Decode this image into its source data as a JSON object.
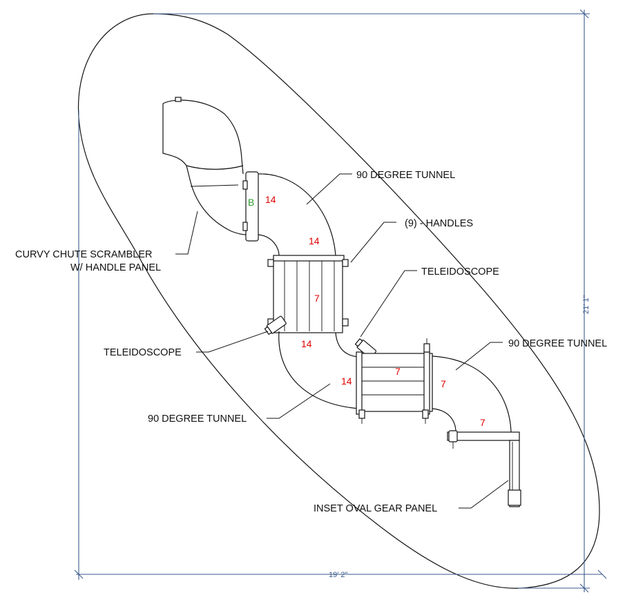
{
  "labels": {
    "tunnel_top": "90 DEGREE TUNNEL",
    "handles": "(9) - HANDLES",
    "teleidoscope_right": "TELEIDOSCOPE",
    "tunnel_right": "90 DEGREE TUNNEL",
    "curvy_line1": "CURVY CHUTE SCRAMBLER",
    "curvy_line2": "W/ HANDLE PANEL",
    "teleidoscope_left": "TELEIDOSCOPE",
    "tunnel_bottom": "90 DEGREE TUNNEL",
    "gear_panel": "INSET OVAL GEAR PANEL"
  },
  "heights": {
    "h1": "14",
    "h2": "14",
    "h3": "7",
    "h4": "14",
    "h5": "14",
    "h6": "7",
    "h7": "7",
    "h8": "7"
  },
  "panel_letter": "B",
  "dimensions": {
    "width": "19' 2\"",
    "height": "21' 1\""
  },
  "colors": {
    "dimension": "#3a5a8c",
    "height_numbers": "#e00000",
    "panel_letter": "#2a9a2a"
  }
}
